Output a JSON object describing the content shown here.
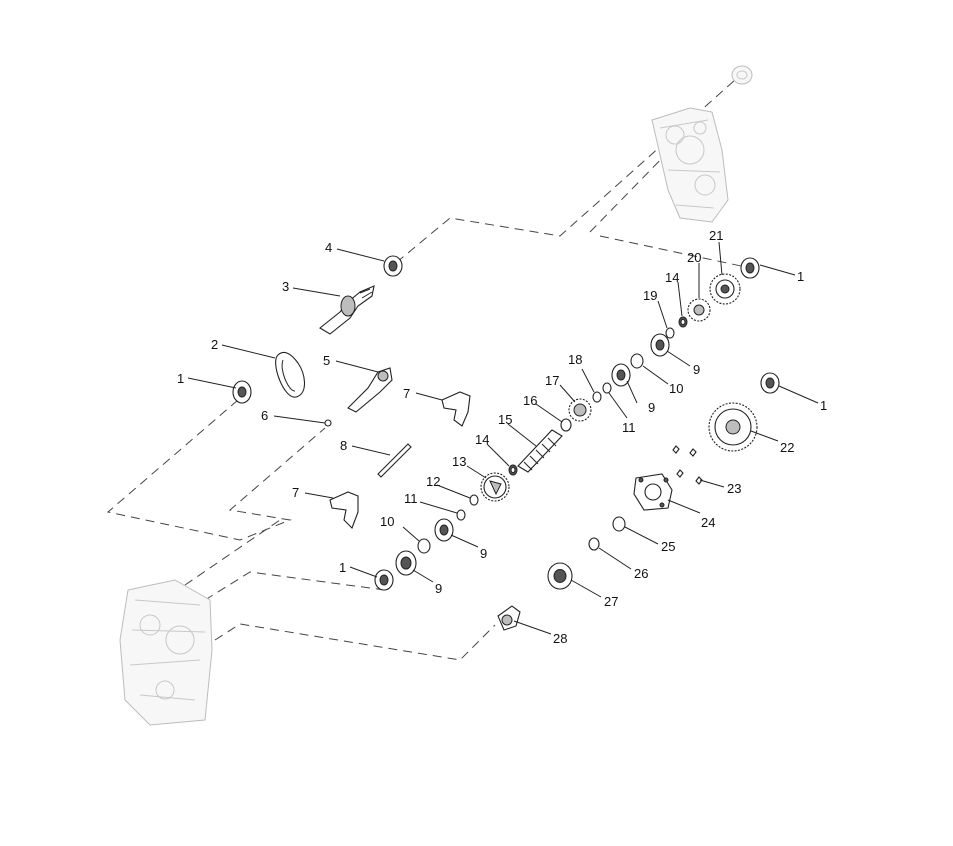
{
  "diagram": {
    "callouts": [
      {
        "id": "c-1a",
        "text": "1"
      },
      {
        "id": "c-1b",
        "text": "1"
      },
      {
        "id": "c-1c",
        "text": "1"
      },
      {
        "id": "c-1d",
        "text": "1"
      },
      {
        "id": "c-2",
        "text": "2"
      },
      {
        "id": "c-3",
        "text": "3"
      },
      {
        "id": "c-4",
        "text": "4"
      },
      {
        "id": "c-5",
        "text": "5"
      },
      {
        "id": "c-6",
        "text": "6"
      },
      {
        "id": "c-7a",
        "text": "7"
      },
      {
        "id": "c-7b",
        "text": "7"
      },
      {
        "id": "c-8",
        "text": "8"
      },
      {
        "id": "c-9a",
        "text": "9"
      },
      {
        "id": "c-9b",
        "text": "9"
      },
      {
        "id": "c-9c",
        "text": "9"
      },
      {
        "id": "c-9d",
        "text": "9"
      },
      {
        "id": "c-10a",
        "text": "10"
      },
      {
        "id": "c-10b",
        "text": "10"
      },
      {
        "id": "c-11a",
        "text": "11"
      },
      {
        "id": "c-11b",
        "text": "11"
      },
      {
        "id": "c-12",
        "text": "12"
      },
      {
        "id": "c-13",
        "text": "13"
      },
      {
        "id": "c-14a",
        "text": "14"
      },
      {
        "id": "c-14b",
        "text": "14"
      },
      {
        "id": "c-15",
        "text": "15"
      },
      {
        "id": "c-16",
        "text": "16"
      },
      {
        "id": "c-17",
        "text": "17"
      },
      {
        "id": "c-18",
        "text": "18"
      },
      {
        "id": "c-19",
        "text": "19"
      },
      {
        "id": "c-20",
        "text": "20"
      },
      {
        "id": "c-21",
        "text": "21"
      },
      {
        "id": "c-22",
        "text": "22"
      },
      {
        "id": "c-23",
        "text": "23"
      },
      {
        "id": "c-24",
        "text": "24"
      },
      {
        "id": "c-25",
        "text": "25"
      },
      {
        "id": "c-26",
        "text": "26"
      },
      {
        "id": "c-27",
        "text": "27"
      },
      {
        "id": "c-28",
        "text": "28"
      }
    ]
  }
}
